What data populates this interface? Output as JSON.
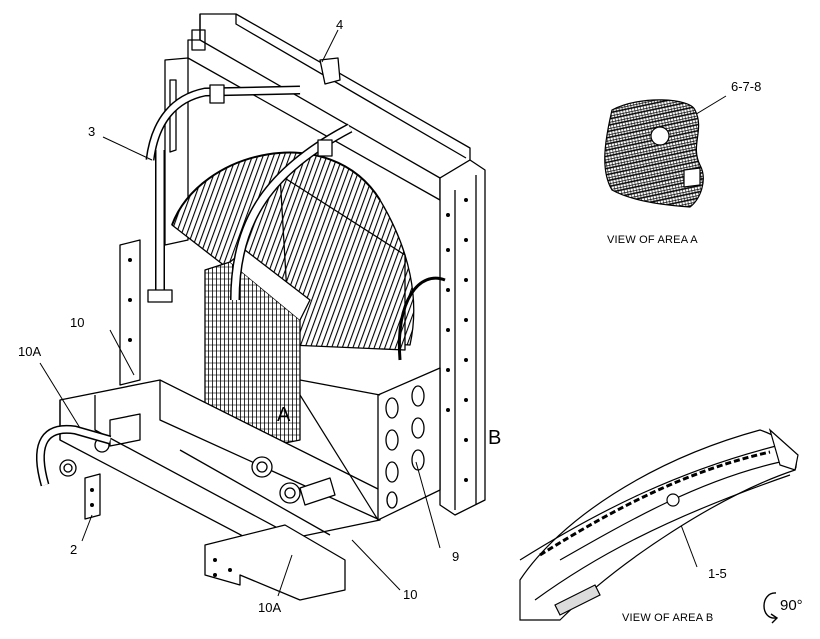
{
  "callouts": {
    "c4": "4",
    "c3": "3",
    "c678": "6-7-8",
    "c10_left": "10",
    "c10a_left": "10A",
    "c2": "2",
    "c9": "9",
    "c10_bottom": "10",
    "c10a_bottom": "10A",
    "c15": "1-5"
  },
  "area_markers": {
    "a": "A",
    "b": "B"
  },
  "captions": {
    "view_a": "VIEW OF AREA  A",
    "view_b": "VIEW OF AREA  B"
  },
  "rotation": {
    "label": "90°",
    "icon": "rotate-arrow-icon"
  },
  "colors": {
    "ink": "#000000",
    "paper": "#ffffff",
    "shade": "#7a7a7a"
  }
}
